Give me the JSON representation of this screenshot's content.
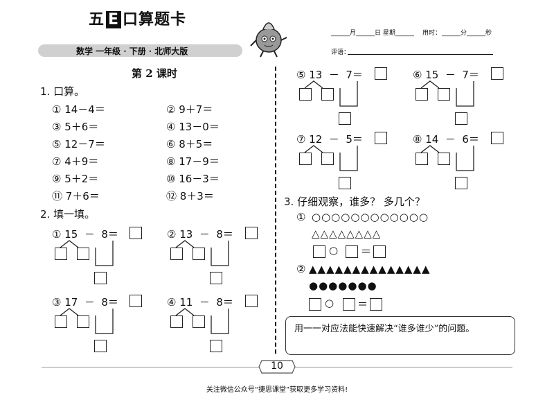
{
  "header": {
    "title_left": "五",
    "title_e": "E",
    "title_right": "口算题卡",
    "subtitle": "数学  一年级 · 下册 · 北师大版",
    "date_line": "______月______日  星期______",
    "time_label": "用时：",
    "time_line": "______分______秒",
    "comment_label": "评语："
  },
  "lesson_title": "第 2 课时",
  "section1": {
    "heading": "1. 口算。",
    "items": [
      "① 14－4＝",
      "② 9＋7＝",
      "③ 5＋6＝",
      "④ 13－0＝",
      "⑤ 12－7＝",
      "⑥ 8＋5＝",
      "⑦ 4＋9＝",
      "⑧ 17－9＝",
      "⑨ 5＋2＝",
      "⑩ 16－3＝",
      "⑪ 7＋6＝",
      "⑫ 8＋3＝"
    ]
  },
  "section2": {
    "heading": "2. 填一填。",
    "problems": [
      "① 15  －  8＝",
      "② 13  －  8＝",
      "③ 17  －  8＝",
      "④ 11  －  8＝",
      "⑤ 13  －  7＝",
      "⑥ 15  －  7＝",
      "⑦ 12  －  5＝",
      "⑧ 14  －  6＝"
    ]
  },
  "section3": {
    "heading": "3. 仔细观察，谁多？ 多几个？",
    "q1_label": "①",
    "q1_circles": "○○○○○○○○○○○○",
    "q1_triangles": "△△△△△△△△",
    "q2_label": "②",
    "q2_triangles": "▲▲▲▲▲▲▲▲▲▲▲▲▲▲",
    "q2_circles": "●●●●●●●",
    "eq_circle": "○",
    "eq_equals": "＝"
  },
  "note": "用一一对应法能快速解决“谁多谁少”的问题。",
  "page_number": "10",
  "footer": "关注微信公众号“捷思课堂”获取更多学习资料!"
}
